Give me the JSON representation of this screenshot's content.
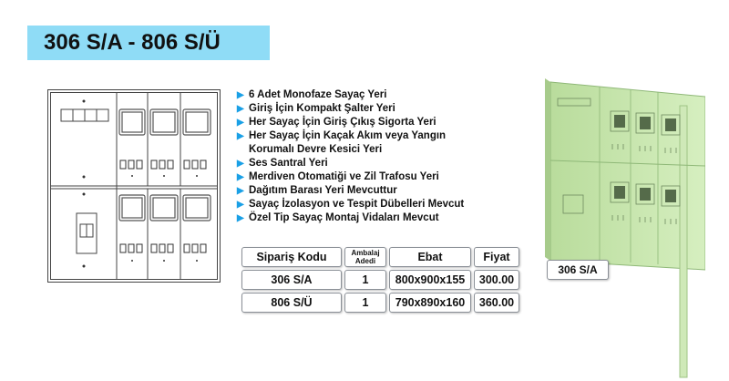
{
  "title": "306 S/A - 806 S/Ü",
  "features": [
    "6 Adet Monofaze Sayaç Yeri",
    "Giriş İçin Kompakt Şalter Yeri",
    "Her Sayaç İçin Giriş Çıkış Sigorta Yeri",
    "Her Sayaç İçin Kaçak Akım veya Yangın",
    "Korumalı Devre Kesici Yeri",
    "Ses Santral Yeri",
    "Merdiven Otomatiği ve Zil Trafosu Yeri",
    "Dağıtım Barası Yeri Mevcuttur",
    "Sayaç İzolasyon ve Tespit Dübelleri Mevcut",
    "Özel Tip Sayaç Montaj Vidaları Mevcut"
  ],
  "feature_bullets": [
    true,
    true,
    true,
    true,
    false,
    true,
    true,
    true,
    true,
    true
  ],
  "table": {
    "headers": {
      "code": "Sipariş Kodu",
      "pack_line1": "Ambalaj",
      "pack_line2": "Adedi",
      "size": "Ebat",
      "price": "Fiyat"
    },
    "rows": [
      {
        "code": "306 S/A",
        "pack": "1",
        "size": "800x900x155",
        "price": "300.00"
      },
      {
        "code": "806 S/Ü",
        "pack": "1",
        "size": "790x890x160",
        "price": "360.00"
      }
    ]
  },
  "photo_label": "306 S/A",
  "colors": {
    "banner": "#8fdcf6",
    "bullet": "#1aa0e6",
    "cabinet": "#cdeab4"
  }
}
